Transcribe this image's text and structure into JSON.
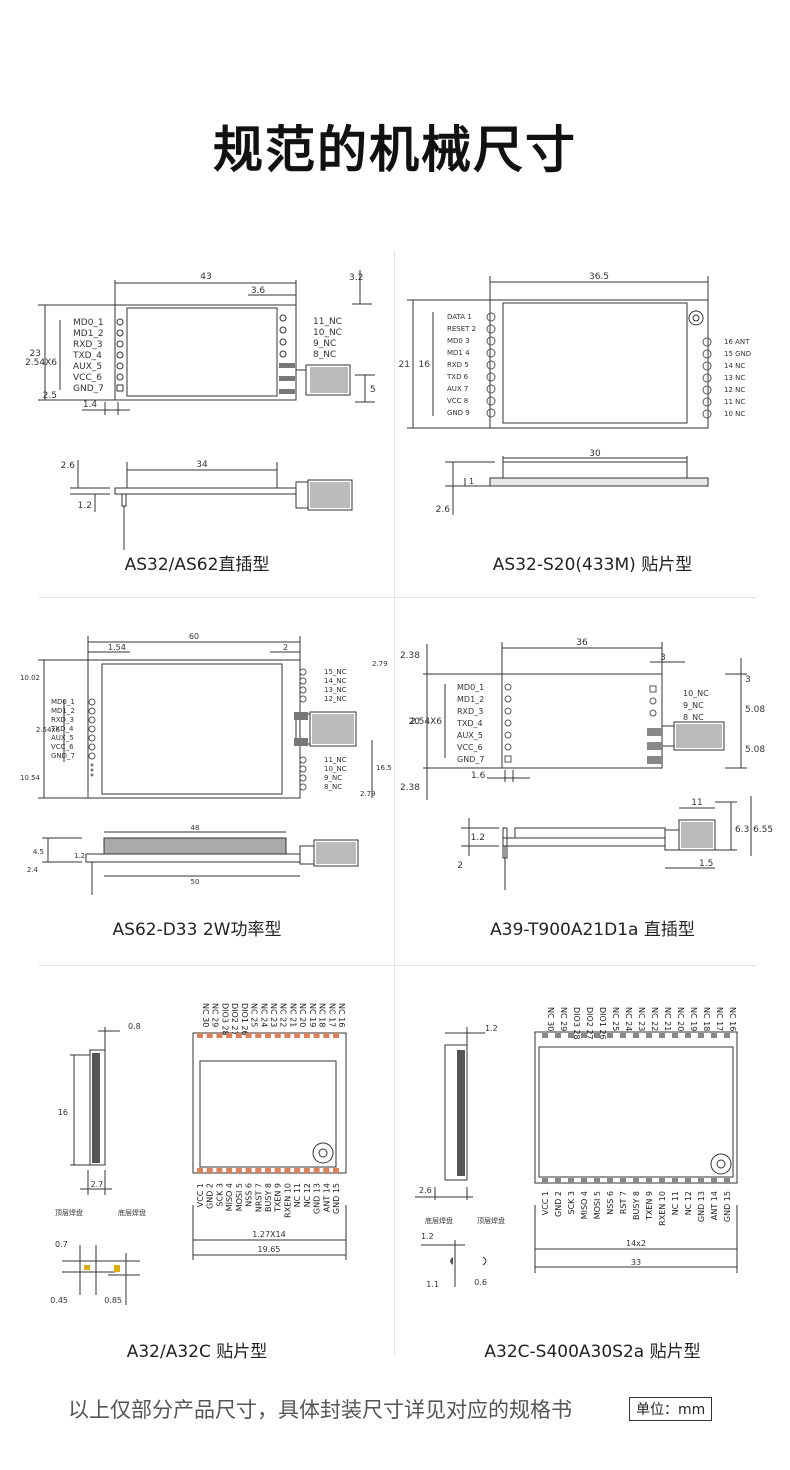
{
  "title": "规范的机械尺寸",
  "modules": [
    {
      "caption": "AS32/AS62直插型",
      "left_pins": [
        "MD0_1",
        "MD1_2",
        "RXD_3",
        "TXD_4",
        "AUX_5",
        "VCC_6",
        "GND_7"
      ],
      "right_pins": [
        "11_NC",
        "10_NC",
        "9_NC",
        "8_NC"
      ],
      "dims": {
        "width": "43",
        "pin_offset": "3.6",
        "top_gap": "3.2",
        "height": "23",
        "pitch": "2.54X6",
        "edge": "2.5",
        "pin_x": "1.4",
        "ant_h": "5",
        "side_len": "34",
        "thick": "2.6",
        "pin_len": "1.2"
      }
    },
    {
      "caption": "AS32-S20(433M) 贴片型",
      "left_pins": [
        "DATA 1",
        "RESET 2",
        "MD0 3",
        "MD1 4",
        "RXD 5",
        "TXD 6",
        "AUX 7",
        "VCC 8",
        "GND 9"
      ],
      "right_pins": [
        "16 ANT",
        "15 GND",
        "14 NC",
        "13 NC",
        "12 NC",
        "11 NC",
        "10 NC"
      ],
      "dims": {
        "width": "36.5",
        "height": "21",
        "inner_h": "16",
        "side_len": "30",
        "thick": "2.6",
        "edge": "1"
      }
    },
    {
      "caption": "AS62-D33 2W功率型",
      "left_pins": [
        "MD0_1",
        "MD1_2",
        "RXD_3",
        "TXD_4",
        "AUX_5",
        "VCC_6",
        "GND_7"
      ],
      "right_pins_top": [
        "15_NC",
        "14_NC",
        "13_NC",
        "12_NC"
      ],
      "right_pins_bottom": [
        "11_NC",
        "10_NC",
        "9_NC",
        "8_NC"
      ],
      "dims": {
        "width": "60",
        "left_off": "1.54",
        "right_off": "2",
        "top_edge": "10.02",
        "pitch": "2.54x6",
        "bottom_edge": "10.54",
        "r_top": "2.79",
        "r_mid": "16.5",
        "r_bot": "2.79",
        "shield": "48",
        "base": "50",
        "thick1": "4.5",
        "thick2": "1.2",
        "thick3": "2.4"
      }
    },
    {
      "caption": "A39-T900A21D1a 直插型",
      "left_pins": [
        "MD0_1",
        "MD1_2",
        "RXD_3",
        "TXD_4",
        "AUX_5",
        "VCC_6",
        "GND_7"
      ],
      "right_pins": [
        "10_NC",
        "9_NC",
        "8_NC"
      ],
      "dims": {
        "width": "36",
        "top": "2.38",
        "height": "20",
        "pitch": "2.54X6",
        "bottom": "2.38",
        "pin_x": "1.6",
        "r_off": "3",
        "r_a": "3",
        "r_b": "5.08",
        "r_c": "5.08",
        "ant_len": "11",
        "ant_a": "6.3",
        "ant_b": "6.55",
        "pin_len": "1.2",
        "pin_h": "2",
        "ant_off": "1.5"
      }
    },
    {
      "caption": "A32/A32C  贴片型",
      "top_pins": [
        "NC 30",
        "NC 29",
        "DIO3 28",
        "DIO2 27",
        "DIO1 26",
        "NC 25",
        "NC 24",
        "NC 23",
        "NC 22",
        "NC 21",
        "NC 20",
        "NC 19",
        "NC 18",
        "NC 17",
        "NC 16"
      ],
      "bottom_pins": [
        "VCC 1",
        "GND 2",
        "SCK 3",
        "MISO 4",
        "MOSI 5",
        "NSS 6",
        "NRST 7",
        "BUSY 8",
        "TXEN 9",
        "RXEN 10",
        "NC 11",
        "NC 12",
        "GND 13",
        "ANT 14",
        "GND 15"
      ],
      "dims": {
        "edge": "0.8",
        "height": "16",
        "thick": "2.7",
        "pad_w": "0.7",
        "pad_a": "0.45",
        "pad_b": "0.85",
        "pitch": "1.27X14",
        "total": "19.65"
      },
      "pad_labels": [
        "顶层焊盘",
        "底层焊盘"
      ]
    },
    {
      "caption": "A32C-S400A30S2a 贴片型",
      "top_pins": [
        "NC 30",
        "NC 29",
        "DIO3 28",
        "DIO2 27",
        "DIO1 26",
        "NC 25",
        "NC 24",
        "NC 23",
        "NC 22",
        "NC 21",
        "NC 20",
        "NC 19",
        "NC 18",
        "NC 17",
        "NC 16"
      ],
      "bottom_pins": [
        "VCC 1",
        "GND 2",
        "SCK 3",
        "MISO 4",
        "MOSI 5",
        "NSS 6",
        "RST 7",
        "BUSY 8",
        "TXEN 9",
        "RXEN 10",
        "NC 11",
        "NC 12",
        "GND 13",
        "ANT 14",
        "GND 15"
      ],
      "dims": {
        "edge": "1.2",
        "thick": "2.6",
        "pad_w": "1.2",
        "pad_a": "1.1",
        "pad_b": "0.6",
        "pitch": "14x2",
        "total": "33"
      },
      "pad_labels": [
        "底层焊盘",
        "顶层焊盘"
      ]
    }
  ],
  "footer": {
    "note": "以上仅部分产品尺寸，具体封装尺寸详见对应的规格书",
    "unit": "单位：mm"
  }
}
